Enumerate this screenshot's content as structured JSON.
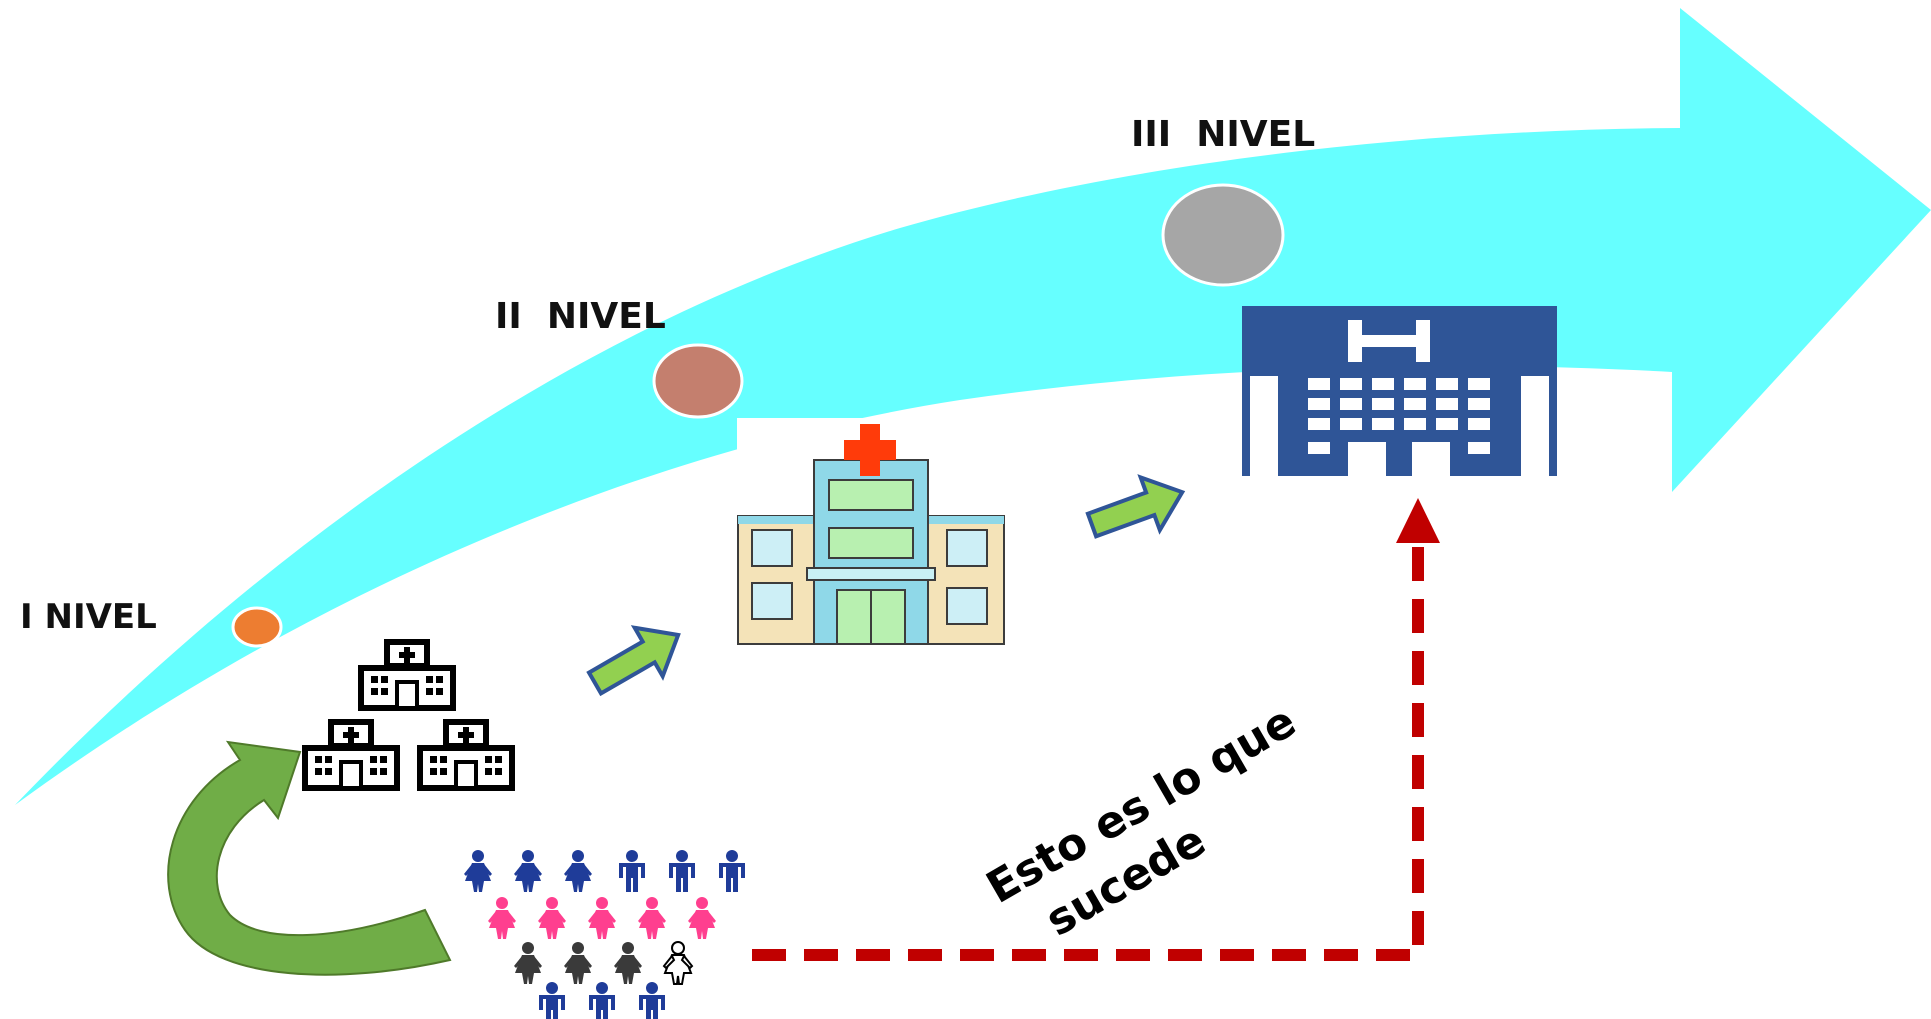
{
  "levels": [
    {
      "label": "I NIVEL",
      "dot_color": "#ED7D31"
    },
    {
      "label": "II  NIVEL",
      "dot_color": "#C47F6E"
    },
    {
      "label": "III  NIVEL",
      "dot_color": "#A6A6A6"
    }
  ],
  "note": {
    "line1": "Esto es lo que",
    "line2": "sucede"
  },
  "colors": {
    "big_arrow": "#66FFFF",
    "small_arrows": "#92D050",
    "curved_arrow": "#70AD47",
    "dashed_path": "#C00000",
    "hospital_panel": "#2F5597",
    "people_blue": "#1F3C99",
    "people_pink": "#FF3F8F",
    "people_gray": "#3A3A3A"
  },
  "icons": [
    "clinic-icon",
    "hospital-icon",
    "tertiary-hospital-icon",
    "people-icon"
  ]
}
